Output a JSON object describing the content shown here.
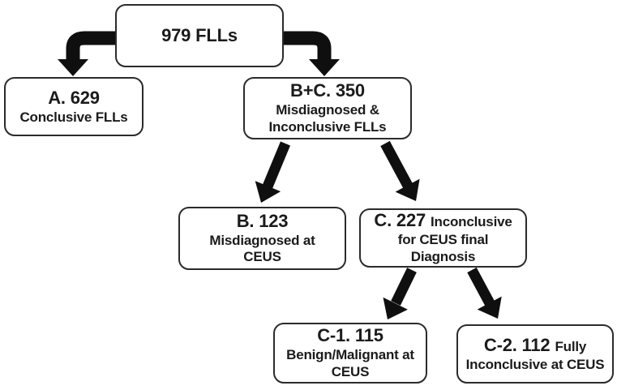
{
  "figure": {
    "background_color": "#ffffff",
    "box_fill_color": "#ffffff",
    "box_border_color": "#2b2b2b",
    "text_color": "#1b1b1b",
    "arrow_color": "#0f0f0f"
  },
  "nodes": {
    "root": {
      "title": "979 FLLs"
    },
    "a": {
      "title": "A. 629",
      "line2": "Conclusive FLLs"
    },
    "bc": {
      "title": "B+C. 350",
      "line2": "Misdiagnosed &",
      "line3": "Inconclusive FLLs"
    },
    "b": {
      "title": "B. 123",
      "line2": "Misdiagnosed at",
      "line3": "CEUS"
    },
    "c": {
      "title": "C. 227",
      "inline": "Inconclusive",
      "line2": "for CEUS final",
      "line3": "Diagnosis"
    },
    "c1": {
      "title": "C-1. 115",
      "line2": "Benign/Malignant at",
      "line3": "CEUS"
    },
    "c2": {
      "title": "C-2. 112",
      "inline": "Fully",
      "line2": "Inconclusive at CEUS"
    }
  },
  "edges": [
    {
      "from": "root",
      "to": "a"
    },
    {
      "from": "root",
      "to": "bc"
    },
    {
      "from": "bc",
      "to": "b"
    },
    {
      "from": "bc",
      "to": "c"
    },
    {
      "from": "c",
      "to": "c1"
    },
    {
      "from": "c",
      "to": "c2"
    }
  ]
}
